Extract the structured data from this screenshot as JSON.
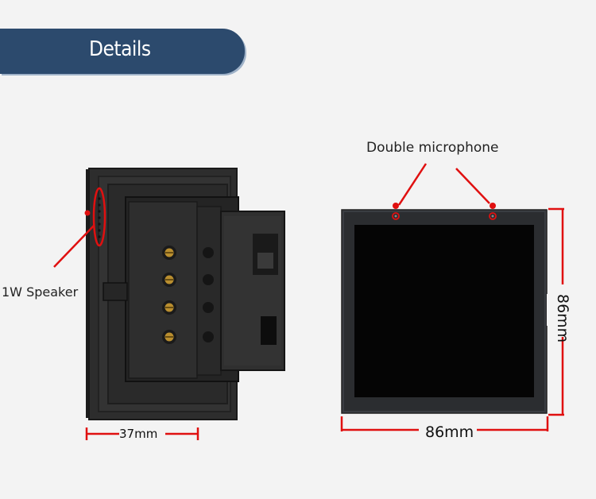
{
  "header": {
    "title": "Details"
  },
  "callouts": {
    "speaker": "1W Speaker",
    "microphone": "Double microphone"
  },
  "dimensions": {
    "depth": "37mm",
    "width": "86mm",
    "height": "86mm"
  },
  "colors": {
    "banner": "#2c4a6d",
    "annotation_red": "#e01010",
    "device_body": "#2a2a2a",
    "screen": "#050505"
  }
}
